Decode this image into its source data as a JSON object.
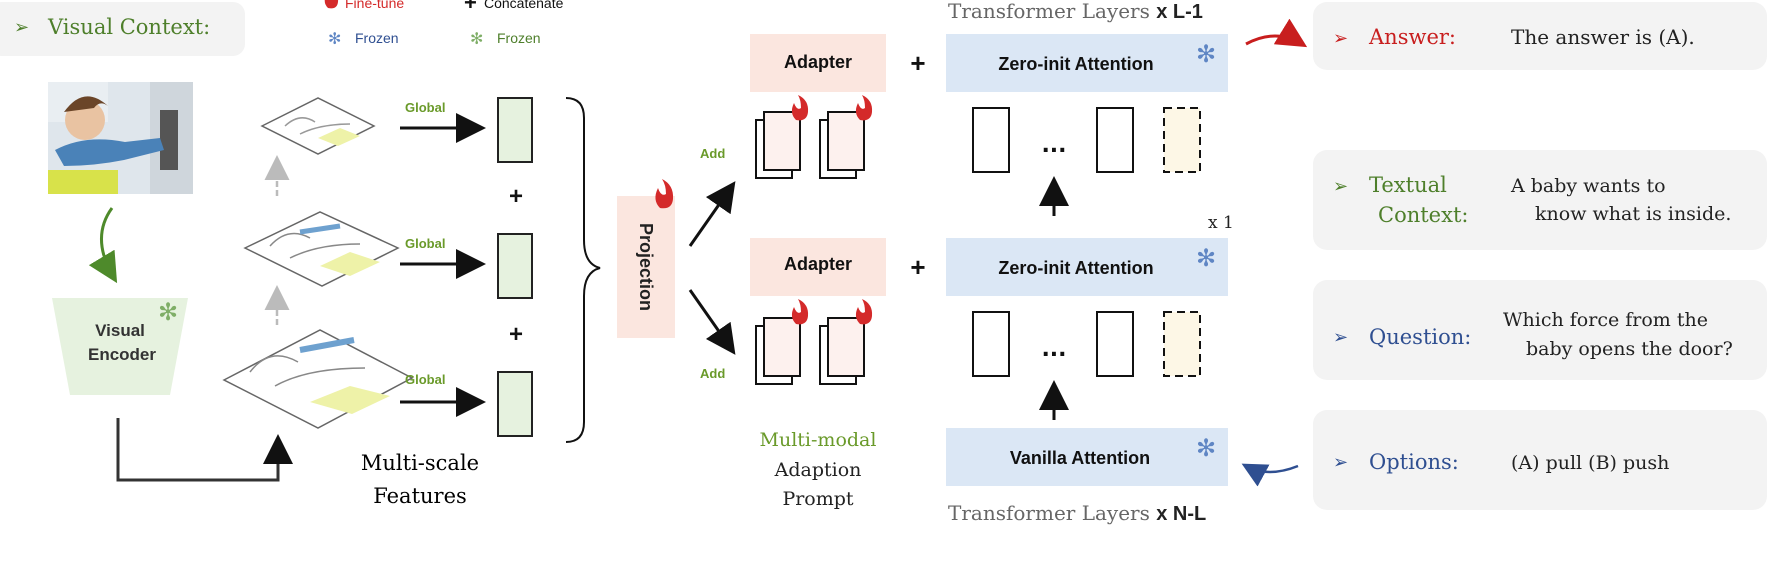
{
  "legend": {
    "finetune": "Fine-tune",
    "concatenate": "Concatenate",
    "frozen_blue": "Frozen",
    "frozen_green": "Frozen"
  },
  "visual_context": {
    "label": "Visual Context:"
  },
  "visual_encoder": {
    "line1": "Visual",
    "line2": "Encoder"
  },
  "multiscale": {
    "global_labels": [
      "Global",
      "Global",
      "Global"
    ],
    "plus": [
      "+",
      "+"
    ],
    "caption_line1": "Multi-scale",
    "caption_line2": "Features"
  },
  "projection": {
    "label": "Projection"
  },
  "add_labels": [
    "Add",
    "Add"
  ],
  "adapter": {
    "top": "Adapter",
    "bottom": "Adapter"
  },
  "multimodal_caption": {
    "line1": "Multi-modal",
    "line2": "Adaption",
    "line3": "Prompt"
  },
  "attention": {
    "zero_top": "Zero-init Attention",
    "zero_bottom": "Zero-init Attention",
    "vanilla": "Vanilla Attention",
    "plus": "+",
    "dots": "...",
    "x1": "x 1"
  },
  "transformer_top": {
    "prefix": "Transformer Layers ",
    "suffix": "x L-1"
  },
  "transformer_bottom": {
    "prefix": "Transformer Layers ",
    "suffix": "x N-L"
  },
  "right_panels": {
    "answer": {
      "label": "Answer:",
      "text": "The answer is (A)."
    },
    "textual": {
      "label_line1": "Textual",
      "label_line2": "Context:",
      "text_line1": "A baby wants to",
      "text_line2": "know what is inside."
    },
    "question": {
      "label": "Question:",
      "text_line1": "Which force from the",
      "text_line2": "baby opens the door?"
    },
    "options": {
      "label": "Options:",
      "text": "(A) pull  (B) push"
    }
  },
  "colors": {
    "green_box": "#e6f2df",
    "blue_box": "#dbe7f5",
    "pink_box": "#fbe6df",
    "flame": "#d42a2a",
    "frozen_blue": "#5f86c4",
    "frozen_green": "#7fae67",
    "answer_red": "#c81e1e",
    "label_blue": "#2f4f91",
    "label_green": "#4e7f2b"
  }
}
